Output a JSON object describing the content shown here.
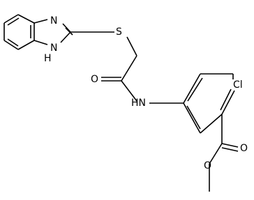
{
  "atoms": {
    "n3": "N",
    "n1h": "N",
    "h1": "H",
    "s": "S",
    "o_amide": "O",
    "nh": "HN",
    "cl": "Cl",
    "o_carbonyl": "O",
    "o_ester": "O"
  },
  "colors": {
    "bond": "#000000",
    "label": "#000000",
    "background": "#ffffff"
  }
}
